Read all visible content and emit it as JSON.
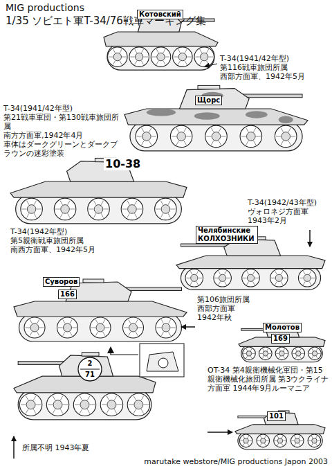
{
  "diagram": {
    "title": "1/35 ソビエト軍T-34/76戦車マーキング集",
    "caption": "marutake webstore/MIG productions Japon 2003",
    "labels": [
      "MIG productions",
      "Котовский",
      "T-34(1941/42年型) 第116戦車旅団所属 西部方面軍、1942年5月",
      "Щорс",
      "T-34(1941/42年型) 第21戦車軍団・第130戦車旅団所属 南方方面軍,1942年4月 車体はダークグリーンとダークブラウンの迷彩塗装",
      "10-38",
      "T-34(1942年型) 第5親衛戦車旅団所属 南西方面軍、1942年5月",
      "Челябинские КОЛХОЗНИКИ",
      "T-34(1942/43年型) ヴォロネジ方面軍 1943年2月",
      "Суворов",
      "166",
      "第106旅団所属 西部方面軍 1942年秋",
      "Молотов",
      "169",
      "OT-34 第4親衛機械化軍団・第15親衛機械化旅団所属 第3ウクライナ方面軍 1944年9月ルーマニア",
      "2",
      "71",
      "101",
      "所属不明 1943年夏"
    ]
  }
}
